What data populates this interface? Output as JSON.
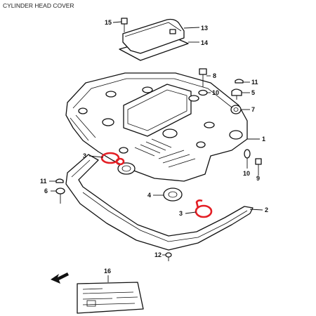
{
  "title": "CYLINDER HEAD COVER",
  "callouts": {
    "c15": "15",
    "c13": "13",
    "c14": "14",
    "c8": "8",
    "c10a": "10",
    "c11a": "11",
    "c5": "5",
    "c7": "7",
    "c1": "1",
    "c3a": "3",
    "c10b": "10",
    "c9": "9",
    "c11b": "11",
    "c6": "6",
    "c4": "4",
    "c2": "2",
    "c3b": "3",
    "c12": "12",
    "c16": "16"
  },
  "colors": {
    "highlight": "#e31e24",
    "line": "#111111"
  },
  "icons": {
    "front_arrow": "front-arrow-icon"
  }
}
